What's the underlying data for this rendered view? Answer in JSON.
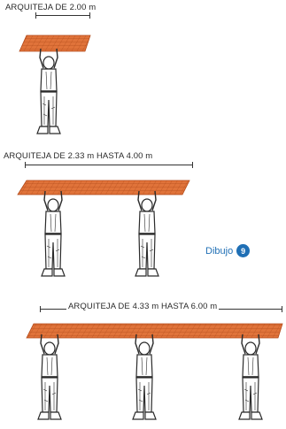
{
  "labels": {
    "section1": "ARQUITEJA DE 2.00 m",
    "section2": "ARQUITEJA DE 2.33 m HASTA 4.00 m",
    "section3": "ARQUITEJA DE 4.33 m HASTA 6.00 m"
  },
  "caption": {
    "text": "Dibujo",
    "number": "9",
    "color": "#1f6fb5"
  },
  "colors": {
    "tile": "#e0733a",
    "tile_line": "#b24a1a",
    "figure": "#2b2b2b"
  }
}
